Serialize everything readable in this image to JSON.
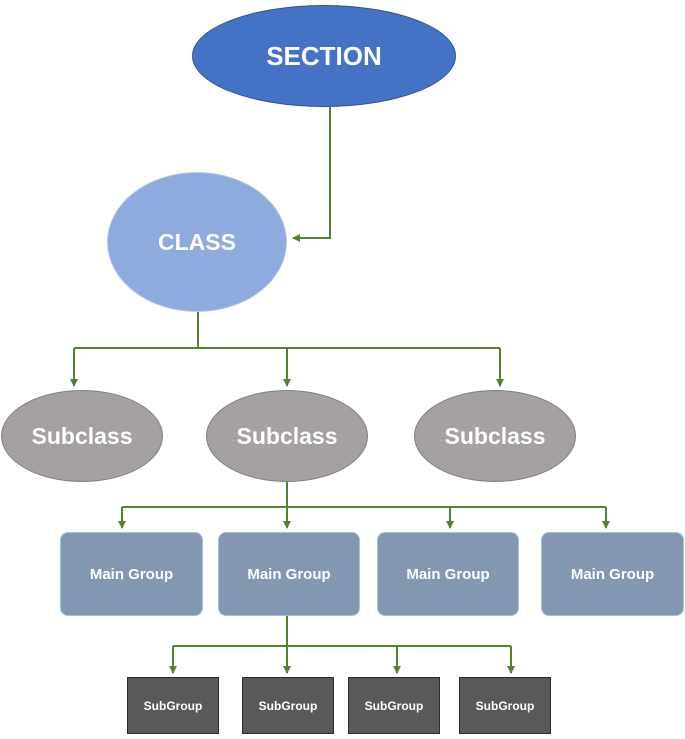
{
  "diagram": {
    "section": {
      "label": "SECTION"
    },
    "class": {
      "label": "CLASS"
    },
    "subclasses": [
      {
        "label": "Subclass"
      },
      {
        "label": "Subclass"
      },
      {
        "label": "Subclass"
      }
    ],
    "main_groups": [
      {
        "label": "Main Group"
      },
      {
        "label": "Main Group"
      },
      {
        "label": "Main Group"
      },
      {
        "label": "Main Group"
      }
    ],
    "subgroups": [
      {
        "label": "SubGroup"
      },
      {
        "label": "SubGroup"
      },
      {
        "label": "SubGroup"
      },
      {
        "label": "SubGroup"
      }
    ]
  },
  "colors": {
    "section": "#4472c4",
    "class": "#8faadc",
    "subclass": "#a6a1a1",
    "main_group": "#8497b0",
    "subgroup": "#595959",
    "connector": "#548235"
  }
}
